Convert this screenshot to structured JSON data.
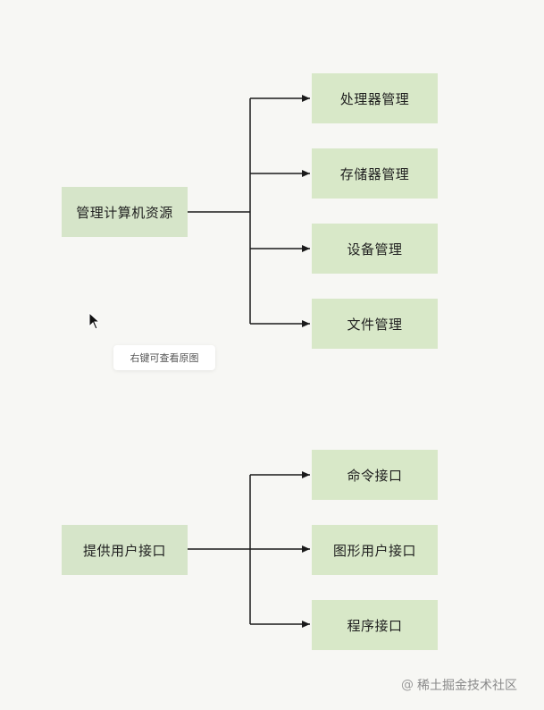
{
  "diagram1": {
    "root": "管理计算机资源",
    "children": [
      "处理器管理",
      "存储器管理",
      "设备管理",
      "文件管理"
    ]
  },
  "diagram2": {
    "root": "提供用户接口",
    "children": [
      "命令接口",
      "图形用户接口",
      "程序接口"
    ]
  },
  "hint_text": "右键可查看原图",
  "watermark": {
    "at_symbol": "@",
    "text": "稀土掘金技术社区"
  },
  "colors": {
    "node_fill": "#d8e8c8",
    "line": "#1a1a1a",
    "background": "#f7f7f4"
  },
  "icons": {
    "cursor": "mouse-pointer-icon"
  }
}
